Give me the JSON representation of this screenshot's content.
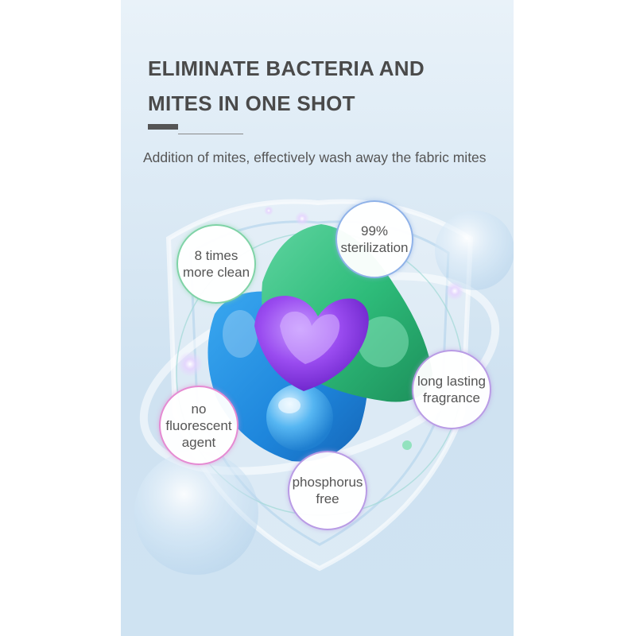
{
  "header": {
    "title_line1": "ELIMINATE BACTERIA AND",
    "title_line2": "MITES IN ONE SHOT",
    "subtitle": "Addition of mites, effectively wash away the fabric mites"
  },
  "badges": [
    {
      "line1": "8 times",
      "line2": "more clean"
    },
    {
      "line1": "99%",
      "line2": "sterilization"
    },
    {
      "line1": "long lasting",
      "line2": "fragrance"
    },
    {
      "line1": "no",
      "line2": "fluorescent",
      "line3": "agent"
    },
    {
      "line1": "phosphorus",
      "line2": "free"
    }
  ],
  "colors": {
    "background": "#dceaf5",
    "title": "#4a4a4a",
    "pod_blue": "#1f8fe0",
    "pod_green": "#2ebc7a",
    "pod_purple": "#8a3fe0"
  }
}
